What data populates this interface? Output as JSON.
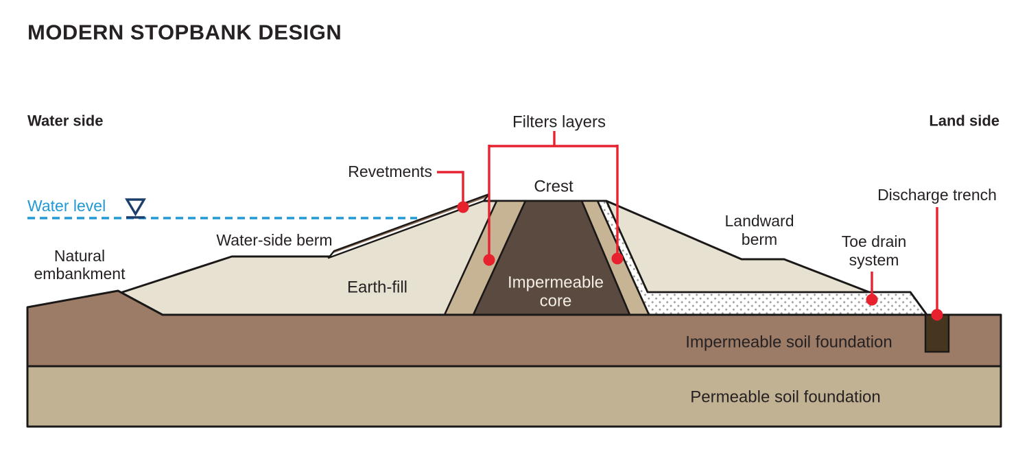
{
  "title": "MODERN STOPBANK DESIGN",
  "sides": {
    "water": "Water side",
    "land": "Land side"
  },
  "water_level": {
    "label": "Water level"
  },
  "labels": {
    "filters": "Filters layers",
    "revetments": "Revetments",
    "crest": "Crest",
    "waterside_berm": "Water-side berm",
    "natural_embankment_line1": "Natural",
    "natural_embankment_line2": "embankment",
    "earth_fill": "Earth-fill",
    "impermeable_core_line1": "Impermeable",
    "impermeable_core_line2": "core",
    "landward_berm_line1": "Landward",
    "landward_berm_line2": "berm",
    "toe_drain_line1": "Toe drain",
    "toe_drain_line2": "system",
    "discharge_trench": "Discharge trench",
    "impermeable_foundation": "Impermeable soil foundation",
    "permeable_foundation": "Permeable soil foundation"
  },
  "colors": {
    "red": "#E8212F",
    "blue": "#2199D6",
    "navy": "#1B3E6C",
    "cream": "#E6E1D1",
    "filter_tan": "#C6B495",
    "core": "#5A4A40",
    "core_text": "#F3EEE5",
    "foundation": "#9C7C67",
    "permeable": "#C2B294",
    "trench": "#46351F",
    "outline": "#1B1918",
    "text": "#262122",
    "hatch_brown": "#8A6A54",
    "stipple_gray": "#9A9A9A"
  }
}
